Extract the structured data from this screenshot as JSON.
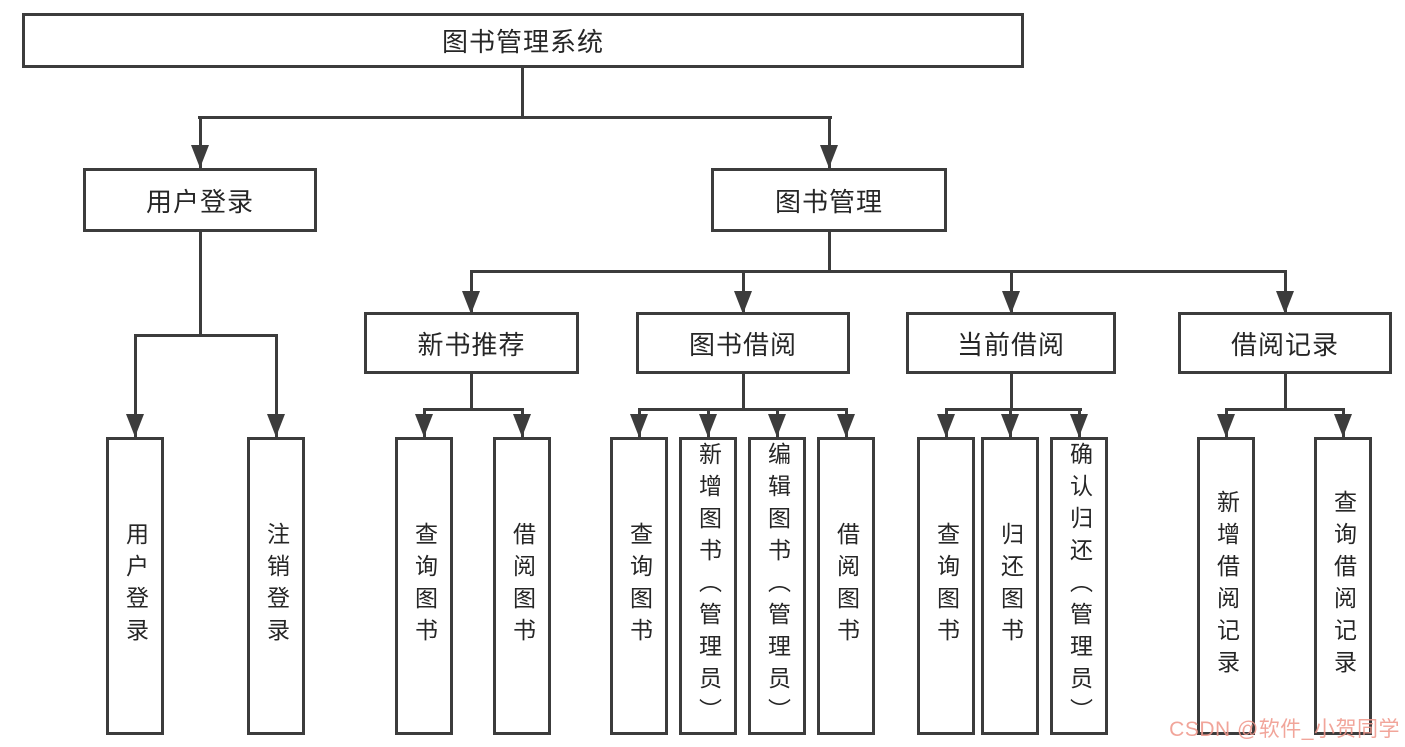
{
  "diagram": {
    "root": "图书管理系统",
    "nodes": {
      "user_login": "用户登录",
      "book_mgmt": "图书管理",
      "new_book": "新书推荐",
      "book_borrow": "图书借阅",
      "current_borrow": "当前借阅",
      "borrow_record": "借阅记录"
    },
    "leaves": {
      "user_login": [
        "用户登录",
        "注销登录"
      ],
      "new_book": [
        "查询图书",
        "借阅图书"
      ],
      "book_borrow": [
        "查询图书",
        "新增图书（管理员）",
        "编辑图书（管理员）",
        "借阅图书"
      ],
      "current_borrow": [
        "查询图书",
        "归还图书",
        "确认归还（管理员）"
      ],
      "borrow_record": [
        "新增借阅记录",
        "查询借阅记录"
      ]
    },
    "watermark": "CSDN @软件_小贺同学",
    "colors": {
      "line": "#3c3c3c",
      "text": "#262626",
      "background": "#ffffff",
      "watermark": "#f0998d"
    }
  }
}
